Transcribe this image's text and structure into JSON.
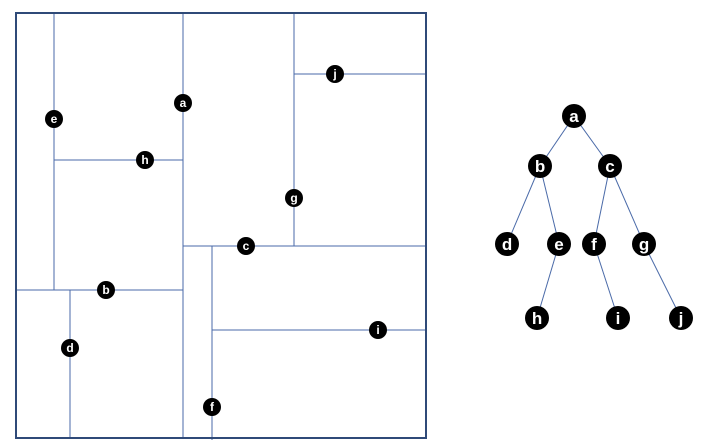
{
  "colors": {
    "frame": "#2f4a78",
    "split_line": "#4a6aa8",
    "tree_edge": "#4a6aa8",
    "node_fill": "#000000",
    "node_text": "#ffffff",
    "background": "#ffffff"
  },
  "partition": {
    "labels": {
      "a": "a",
      "b": "b",
      "c": "c",
      "d": "d",
      "e": "e",
      "f": "f",
      "g": "g",
      "h": "h",
      "i": "i",
      "j": "j"
    }
  },
  "tree": {
    "nodes": {
      "a": "a",
      "b": "b",
      "c": "c",
      "d": "d",
      "e": "e",
      "f": "f",
      "g": "g",
      "h": "h",
      "i": "i",
      "j": "j"
    },
    "edges": [
      [
        "a",
        "b"
      ],
      [
        "a",
        "c"
      ],
      [
        "b",
        "d"
      ],
      [
        "b",
        "e"
      ],
      [
        "c",
        "f"
      ],
      [
        "c",
        "g"
      ],
      [
        "e",
        "h"
      ],
      [
        "f",
        "i"
      ],
      [
        "g",
        "j"
      ]
    ]
  }
}
